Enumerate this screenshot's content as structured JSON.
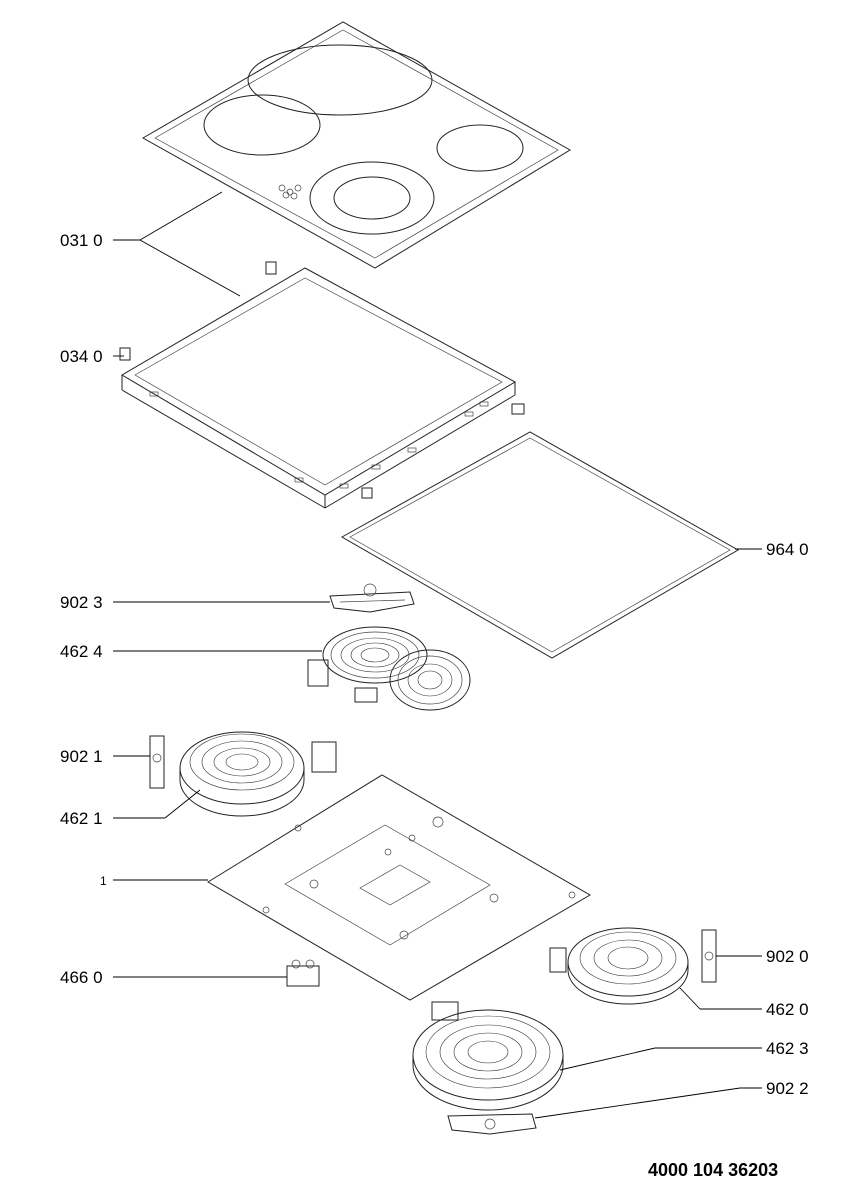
{
  "document_number": "4000 104 36203",
  "callouts": {
    "c0310": "031 0",
    "c0340": "034 0",
    "c9640": "964 0",
    "c9023": "902 3",
    "c4624": "462 4",
    "c9021": "902 1",
    "c4621": "462 1",
    "c1": "1",
    "c4660": "466 0",
    "c9020": "902 0",
    "c4620": "462 0",
    "c4623": "462 3",
    "c9022": "902 2"
  }
}
